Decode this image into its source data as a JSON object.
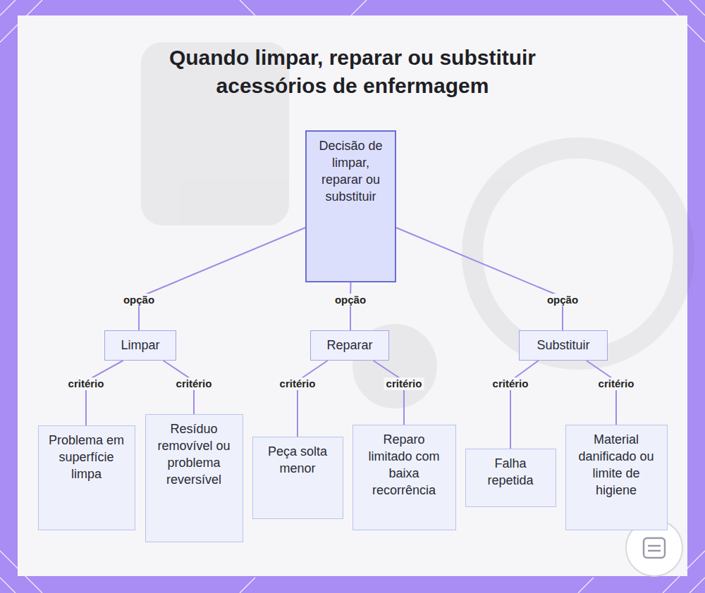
{
  "diagram": {
    "title": "Quando limpar, reparar ou substituir acessórios de enfermagem",
    "nodes": [
      {
        "text": [
          "Decisão de limpar, reparar ou substituir"
        ]
      },
      {
        "text": [
          "Limpar"
        ]
      },
      {
        "text": [
          "Reparar"
        ]
      },
      {
        "text": [
          "Substituir"
        ]
      },
      {
        "text": [
          "Problema em superfície limpa"
        ]
      },
      {
        "text": [
          "Resíduo removível ou problema reversível"
        ]
      },
      {
        "text": [
          "Peça solta menor"
        ]
      },
      {
        "text": [
          "Reparo limitado com baixa recorrência"
        ]
      },
      {
        "text": [
          "Falha repetida"
        ]
      },
      {
        "text": [
          "Material danificado ou limite de higiene"
        ]
      }
    ],
    "edges": [
      {
        "from": 0,
        "to": 1,
        "label": "opção",
        "arrow": "none"
      },
      {
        "from": 0,
        "to": 2,
        "label": "opção",
        "arrow": "none"
      },
      {
        "from": 0,
        "to": 3,
        "label": "opção",
        "arrow": "none"
      },
      {
        "from": 1,
        "to": 4,
        "label": "critério",
        "arrow": "none"
      },
      {
        "from": 1,
        "to": 5,
        "label": "critério",
        "arrow": "none"
      },
      {
        "from": 2,
        "to": 6,
        "label": "critério",
        "arrow": "none"
      },
      {
        "from": 2,
        "to": 7,
        "label": "critério",
        "arrow": "none"
      },
      {
        "from": 3,
        "to": 8,
        "label": "critério",
        "arrow": "none"
      },
      {
        "from": 3,
        "to": 9,
        "label": "critério",
        "arrow": "none"
      }
    ]
  }
}
